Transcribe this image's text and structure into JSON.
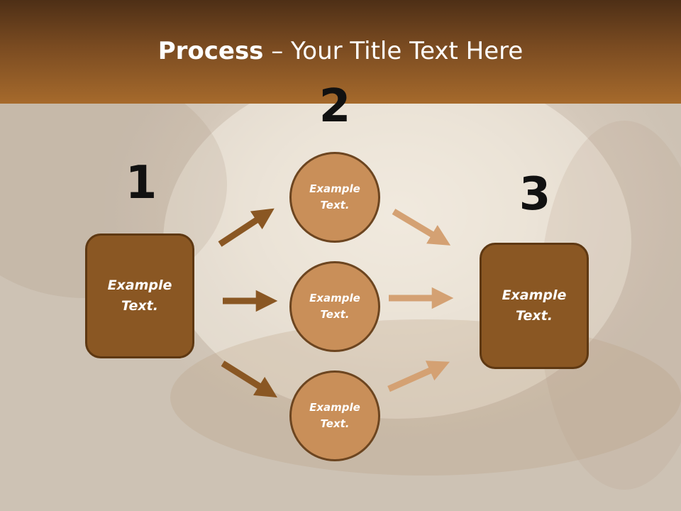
{
  "slide": {
    "title_bold": "Process",
    "title_rest": " – Your Title Text Here"
  },
  "steps": {
    "one": "1",
    "two": "2",
    "three": "3"
  },
  "boxes": {
    "left": "Example Text.",
    "right": "Example Text."
  },
  "circles": {
    "top": "Example Text.",
    "middle": "Example Text.",
    "bottom": "Example Text."
  },
  "colors": {
    "box_fill": "#8a5723",
    "circle_fill": "#c98f59",
    "dark_arrow": "#8a5723",
    "light_arrow": "#d4a173",
    "header": "#7a4b21"
  }
}
